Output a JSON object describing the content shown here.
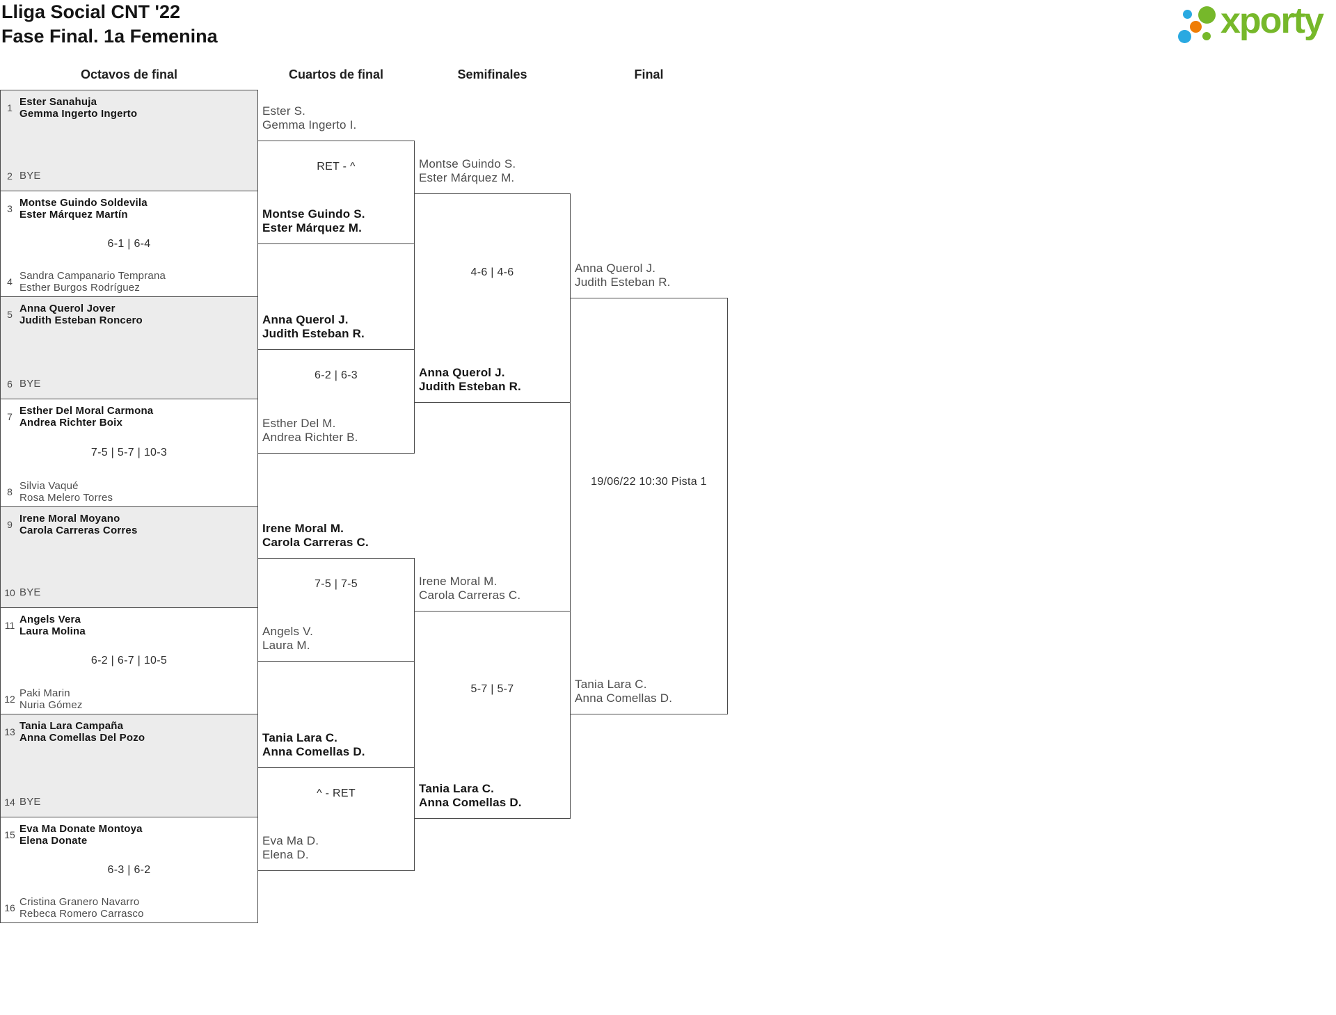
{
  "title": {
    "line1": "Lliga Social CNT '22",
    "line2": "Fase Final. 1a Femenina"
  },
  "logo": {
    "wordmark": "xporty",
    "colors": {
      "green": "#76b82a",
      "blue": "#29a9e1",
      "orange": "#ef7d05"
    }
  },
  "round_headers": {
    "octavos": "Octavos de final",
    "cuartos": "Cuartos de final",
    "semis": "Semifinales",
    "final": "Final"
  },
  "octavos": [
    {
      "seed_top": "1",
      "top1": "Ester Sanahuja",
      "top2": "Gemma Ingerto Ingerto",
      "score": "",
      "seed_bottom": "2",
      "bottom1": "BYE",
      "bottom2": ""
    },
    {
      "seed_top": "3",
      "top1": "Montse Guindo Soldevila",
      "top2": "Ester Márquez Martín",
      "score": "6-1 | 6-4",
      "seed_bottom": "4",
      "bottom1": "Sandra Campanario Temprana",
      "bottom2": "Esther Burgos Rodríguez"
    },
    {
      "seed_top": "5",
      "top1": "Anna Querol Jover",
      "top2": "Judith Esteban Roncero",
      "score": "",
      "seed_bottom": "6",
      "bottom1": "BYE",
      "bottom2": ""
    },
    {
      "seed_top": "7",
      "top1": "Esther Del Moral Carmona",
      "top2": "Andrea Richter Boix",
      "score": "7-5 | 5-7 | 10-3",
      "seed_bottom": "8",
      "bottom1": "Silvia Vaqué",
      "bottom2": "Rosa Melero Torres"
    },
    {
      "seed_top": "9",
      "top1": "Irene Moral Moyano",
      "top2": "Carola Carreras Corres",
      "score": "",
      "seed_bottom": "10",
      "bottom1": "BYE",
      "bottom2": ""
    },
    {
      "seed_top": "11",
      "top1": "Angels Vera",
      "top2": "Laura Molina",
      "score": "6-2 | 6-7 | 10-5",
      "seed_bottom": "12",
      "bottom1": "Paki Marin",
      "bottom2": "Nuria Gómez"
    },
    {
      "seed_top": "13",
      "top1": "Tania Lara Campaña",
      "top2": "Anna Comellas Del Pozo",
      "score": "",
      "seed_bottom": "14",
      "bottom1": "BYE",
      "bottom2": ""
    },
    {
      "seed_top": "15",
      "top1": "Eva Ma Donate Montoya",
      "top2": "Elena Donate",
      "score": "6-3 | 6-2",
      "seed_bottom": "16",
      "bottom1": "Cristina Granero Navarro",
      "bottom2": "Rebeca Romero Carrasco"
    }
  ],
  "cuartos": [
    {
      "top1": "Ester S.",
      "top2": "Gemma Ingerto I.",
      "score": "RET - ^",
      "bottom1": "Montse Guindo S.",
      "bottom2": "Ester Márquez M."
    },
    {
      "top1": "Anna Querol J.",
      "top2": "Judith Esteban R.",
      "score": "6-2 | 6-3",
      "bottom1": "Esther Del M.",
      "bottom2": "Andrea Richter B."
    },
    {
      "top1": "Irene Moral M.",
      "top2": "Carola Carreras C.",
      "score": "7-5 | 7-5",
      "bottom1": "Angels V.",
      "bottom2": "Laura M."
    },
    {
      "top1": "Tania Lara C.",
      "top2": "Anna Comellas D.",
      "score": "^ - RET",
      "bottom1": "Eva Ma D.",
      "bottom2": "Elena D."
    }
  ],
  "semifinales": [
    {
      "top1": "Montse Guindo S.",
      "top2": "Ester Márquez M.",
      "score": "4-6 | 4-6",
      "bottom1": "Anna Querol J.",
      "bottom2": "Judith Esteban R."
    },
    {
      "top1": "Irene Moral M.",
      "top2": "Carola Carreras C.",
      "score": "5-7 | 5-7",
      "bottom1": "Tania Lara C.",
      "bottom2": "Anna Comellas D."
    }
  ],
  "final": {
    "top1": "Anna Querol J.",
    "top2": "Judith Esteban R.",
    "schedule": "19/06/22 10:30 Pista 1",
    "bottom1": "Tania Lara C.",
    "bottom2": "Anna Comellas D."
  }
}
